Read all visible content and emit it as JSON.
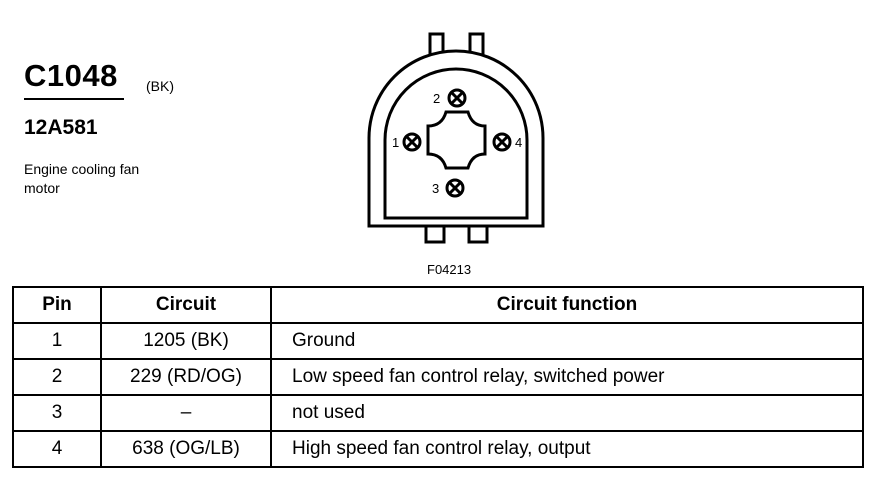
{
  "connector": {
    "id": "C1048",
    "color_code": "(BK)",
    "part_number": "12A581",
    "description_line1": "Engine cooling fan",
    "description_line2": "motor"
  },
  "figure": {
    "code": "F04213",
    "pin_labels": [
      "1",
      "2",
      "3",
      "4"
    ]
  },
  "table": {
    "headers": [
      "Pin",
      "Circuit",
      "Circuit function"
    ],
    "rows": [
      {
        "pin": "1",
        "circuit": "1205 (BK)",
        "function": "Ground"
      },
      {
        "pin": "2",
        "circuit": "229 (RD/OG)",
        "function": "Low speed fan control relay, switched power"
      },
      {
        "pin": "3",
        "circuit": "–",
        "function": "not used"
      },
      {
        "pin": "4",
        "circuit": "638 (OG/LB)",
        "function": "High speed fan control relay, output"
      }
    ]
  }
}
